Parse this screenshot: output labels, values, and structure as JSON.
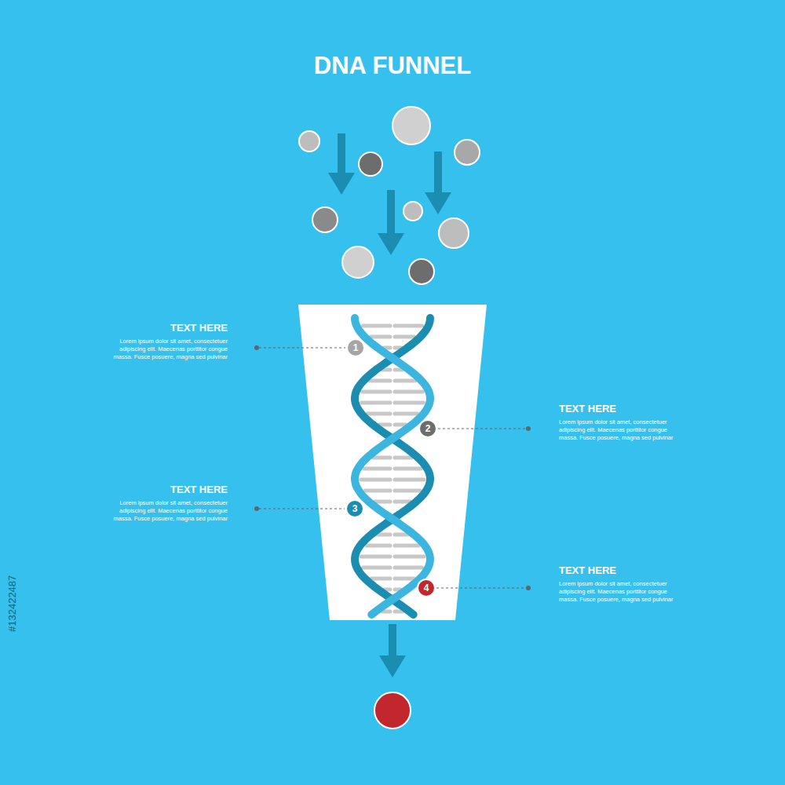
{
  "diagram": {
    "title": "DNA FUNNEL",
    "nodes": [
      {
        "text": [
          "1"
        ]
      },
      {
        "text": [
          "2"
        ]
      },
      {
        "text": [
          "3"
        ]
      },
      {
        "text": [
          "4"
        ]
      }
    ],
    "labels": [
      "TEXT HERE",
      "Lorem ipsum dolor sit amet, consectetuer adipiscing elit. Maecenas porttitor congue massa. Fusce posuere, magna sed pulvinar",
      "TEXT HERE",
      "Lorem ipsum dolor sit amet, consectetuer adipiscing elit. Maecenas porttitor congue massa. Fusce posuere, magna sed pulvinar",
      "TEXT HERE",
      "Lorem ipsum dolor sit amet, consectetuer adipiscing elit. Maecenas porttitor congue massa. Fusce posuere, magna sed pulvinar",
      "TEXT HERE",
      "Lorem ipsum dolor sit amet, consectetuer adipiscing elit. Maecenas porttitor congue massa. Fusce posuere, magna sed pulvinar",
      "#132422487"
    ]
  }
}
